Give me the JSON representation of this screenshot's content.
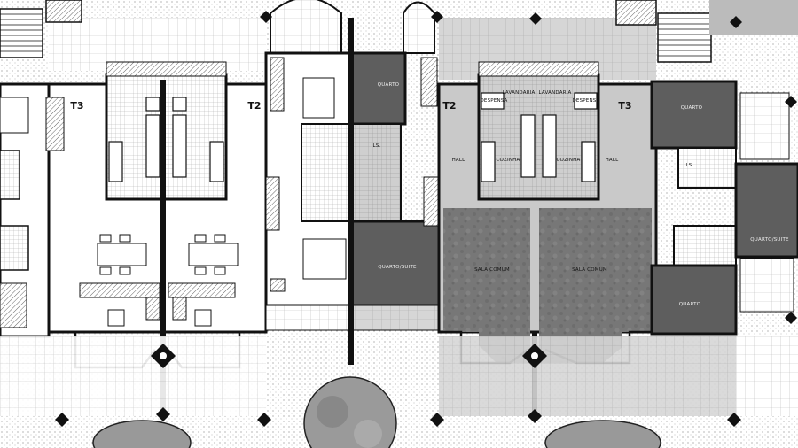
{
  "unit_tags": {
    "t3_left": "T3",
    "t2_left": "T2",
    "t2_right": "T2",
    "t3_right": "T3"
  },
  "rooms": {
    "quarto_top_mid": "QUARTO",
    "quarto_suite_mid": "QUARTO/SUITE",
    "ls": "LS.",
    "despensa_left": "DESPENSA",
    "lavandaria_left": "LAVANDARIA",
    "lavandaria_right": "LAVANDARIA",
    "despensa_right": "DESPENSA",
    "hall_left": "HALL",
    "cozinha_left": "COZINHA",
    "cozinha_right": "COZINHA",
    "hall_right": "HALL",
    "sala_comum_left": "SALA COMUM",
    "sala_comum_right": "SALA COMUM",
    "quarto_top_right": "QUARTO",
    "ls_right": "LS.",
    "quarto_suite_right": "QUARTO/SUITE",
    "quarto_bottom_right": "QUARTO"
  }
}
